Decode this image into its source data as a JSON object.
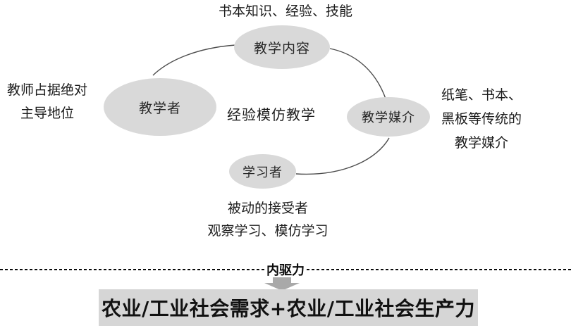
{
  "diagram": {
    "top_annotation": "书本知识、经验、技能",
    "nodes": {
      "content": "教学内容",
      "teacher": "教学者",
      "media": "教学媒介",
      "learner": "学习者"
    },
    "center_label": "经验模仿教学",
    "left_annotation": {
      "line1": "教师占据绝对",
      "line2": "主导地位"
    },
    "right_annotation": {
      "line1": "纸笔、书本、",
      "line2": "黑板等传统的",
      "line3": "教学媒介"
    },
    "bottom_annotation": {
      "line1": "被动的接受者",
      "line2": "观察学习、模仿学习"
    }
  },
  "divider": {
    "label": "内驱力"
  },
  "result_box": {
    "text": "农业/工业社会需求+农业/工业社会生产力"
  },
  "colors": {
    "node_fill": "#d9d9d9",
    "result_box_fill": "#d6d6d6",
    "arrow_fill": "#a9a9a9",
    "arc_stroke": "#4d4d4d",
    "text": "#1c1c1c",
    "background": "#ffffff"
  }
}
